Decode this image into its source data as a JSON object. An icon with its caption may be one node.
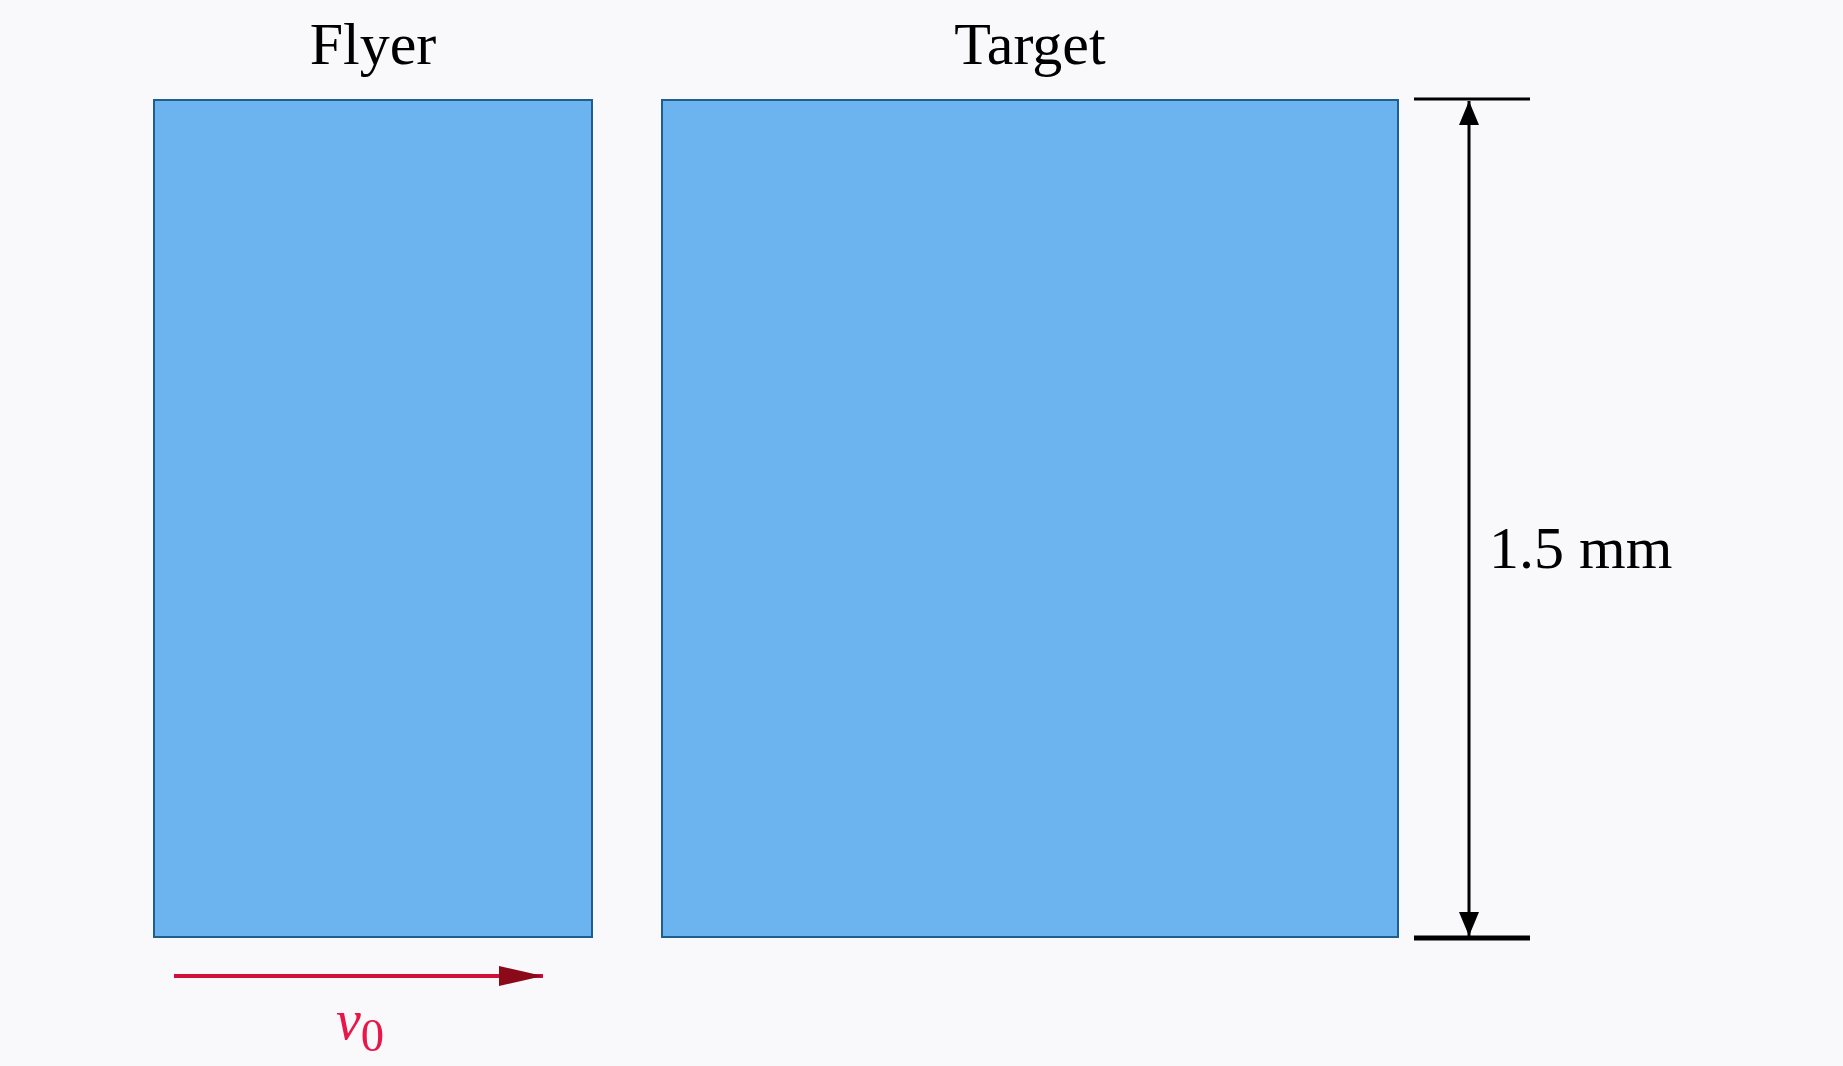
{
  "diagram": {
    "nodes": [
      {
        "text": [
          "Flyer"
        ]
      },
      {
        "text": [
          "Target"
        ]
      }
    ],
    "labels": [
      "1.5 mm",
      "*v*$_{0}$"
    ]
  }
}
